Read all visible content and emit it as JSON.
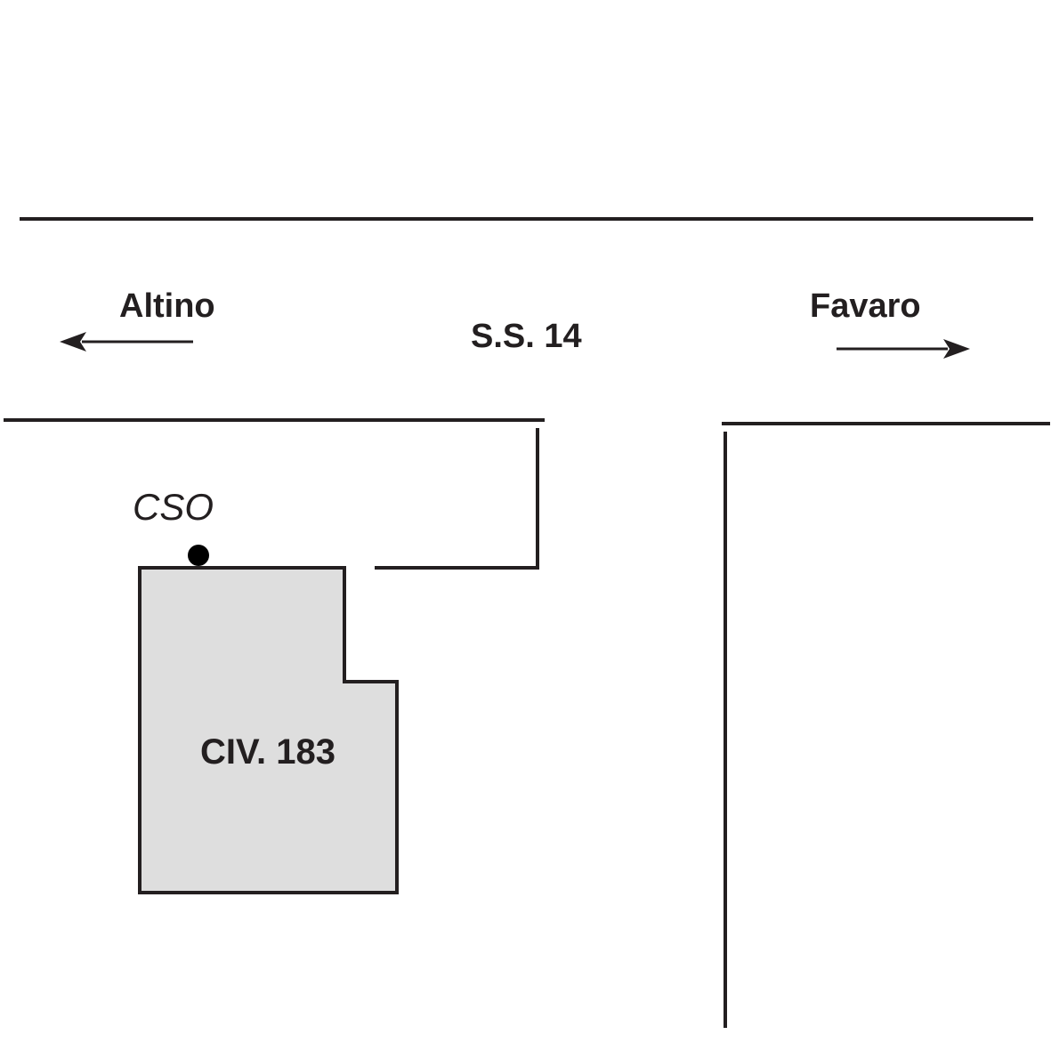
{
  "road": {
    "name": "S.S. 14",
    "direction_left": "Altino",
    "direction_right": "Favaro"
  },
  "building": {
    "label": "CIV. 183",
    "fill_color": "#dedede"
  },
  "marker": {
    "label": "CSO"
  },
  "colors": {
    "ink": "#231f20",
    "background": "#ffffff"
  }
}
